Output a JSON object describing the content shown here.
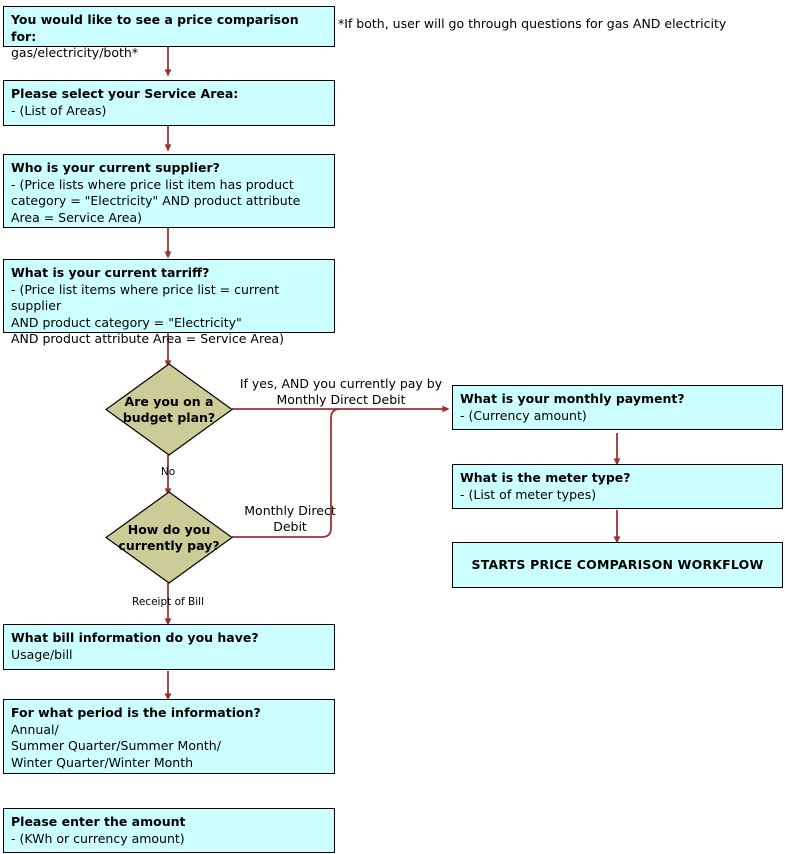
{
  "diagram": {
    "title_note": "*If both, user will go through questions for gas AND electricity",
    "colors": {
      "process_fill": "#ccffff",
      "decision_fill": "#cccc99",
      "stroke": "#000000",
      "connector": "#993333"
    },
    "nodes": [
      {
        "id": "price-comparison-for",
        "shape": "process",
        "title": "You would like to see a price comparison for:",
        "body": "gas/electricity/both*"
      },
      {
        "id": "service-area",
        "shape": "process",
        "title": "Please select your Service Area:",
        "body": "- (List of Areas)"
      },
      {
        "id": "current-supplier",
        "shape": "process",
        "title": "Who is your current supplier?",
        "body": "- (Price lists where price list item has product category = \"Electricity\" AND product attribute Area = Service Area)"
      },
      {
        "id": "current-tarriff",
        "shape": "process",
        "title": "What is your current tarriff?",
        "body": "- (Price list items where price list = current supplier\nAND product category = \"Electricity\"\nAND product attribute Area = Service Area)"
      },
      {
        "id": "budget-plan",
        "shape": "decision",
        "title": "Are you on a\nbudget plan?"
      },
      {
        "id": "currently-pay",
        "shape": "decision",
        "title": "How do you\ncurrently pay?"
      },
      {
        "id": "monthly-payment",
        "shape": "process",
        "title": "What is your monthly payment?",
        "body": "- (Currency amount)"
      },
      {
        "id": "meter-type",
        "shape": "process",
        "title": "What is the meter type?",
        "body": "- (List of meter types)"
      },
      {
        "id": "starts-workflow",
        "shape": "terminal",
        "title": "STARTS PRICE COMPARISON WORKFLOW"
      },
      {
        "id": "bill-information",
        "shape": "process",
        "title": "What bill information do you have?",
        "body": "Usage/bill"
      },
      {
        "id": "period-information",
        "shape": "process",
        "title": "For what period is the information?",
        "body": "Annual/\nSummer Quarter/Summer Month/\nWinter Quarter/Winter Month"
      },
      {
        "id": "enter-amount",
        "shape": "process",
        "title": "Please enter the amount",
        "body": "- (KWh or currency amount)"
      }
    ],
    "edge_labels": {
      "yes_direct_debit": "If yes, AND you currently pay by\nMonthly Direct Debit",
      "no": "No",
      "monthly_direct_debit": "Monthly Direct\nDebit",
      "receipt_of_bill": "Receipt of Bill"
    }
  }
}
